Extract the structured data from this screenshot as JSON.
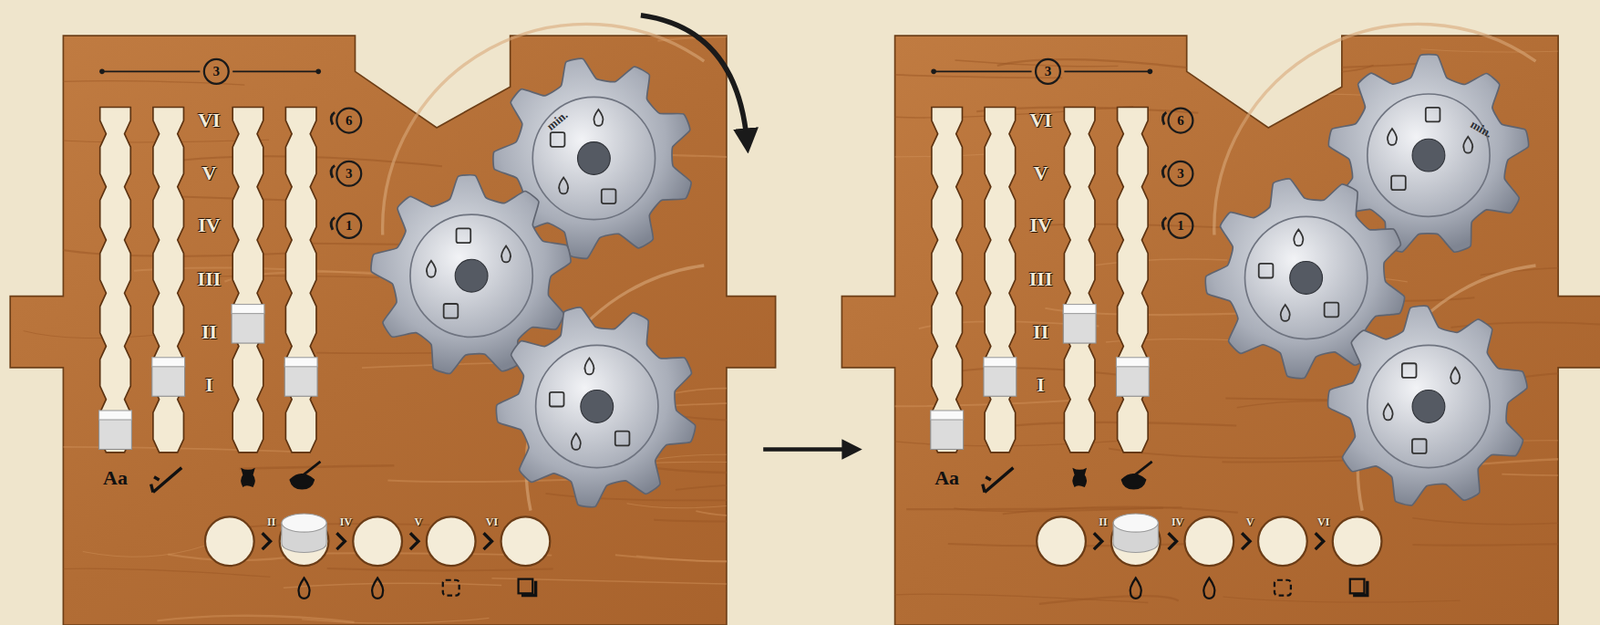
{
  "diagram": {
    "labels": [
      "3",
      "VI",
      "V",
      "IV",
      "III",
      "II",
      "I",
      "6",
      "3",
      "1",
      "Aa",
      "II",
      "IV",
      "V",
      "VI",
      "min.",
      "3",
      "VI",
      "V",
      "IV",
      "III",
      "II",
      "I",
      "6",
      "3",
      "1",
      "Aa",
      "II",
      "IV",
      "V",
      "VI",
      "min."
    ]
  }
}
